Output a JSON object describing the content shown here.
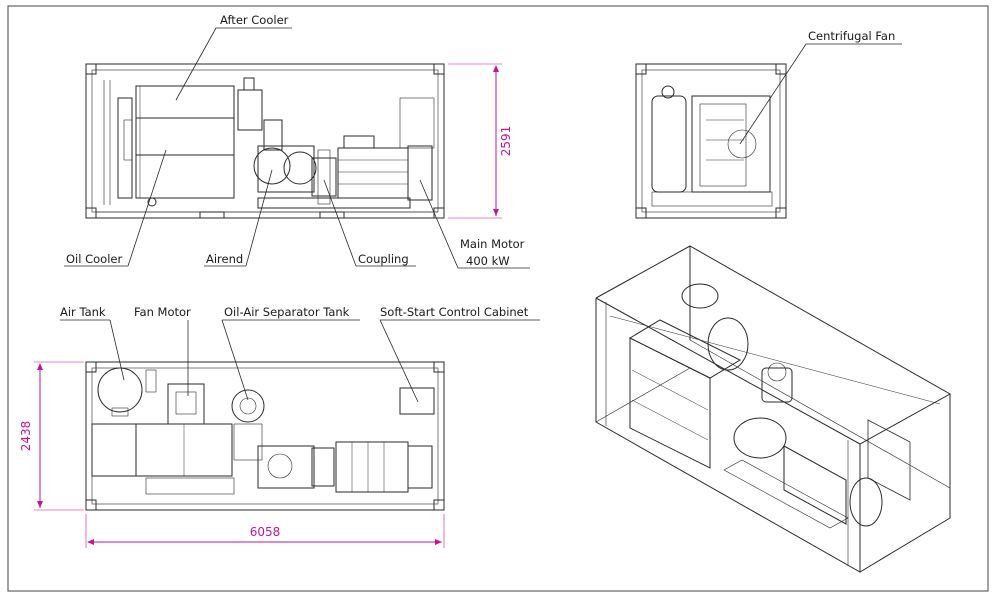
{
  "labels": {
    "after_cooler": "After Cooler",
    "oil_cooler": "Oil Cooler",
    "airend": "Airend",
    "coupling": "Coupling",
    "main_motor": "Main Motor",
    "motor_power": "400 kW",
    "centrifugal_fan": "Centrifugal Fan",
    "air_tank": "Air Tank",
    "fan_motor": "Fan Motor",
    "separator_tank": "Oil-Air Separator Tank",
    "control_cabinet": "Soft-Start Control Cabinet"
  },
  "dimensions": {
    "height": "2591",
    "width": "2438",
    "length": "6058"
  },
  "colors": {
    "line": "#2a2a2a",
    "dimension": "#c0169a",
    "frame": "#555555"
  }
}
